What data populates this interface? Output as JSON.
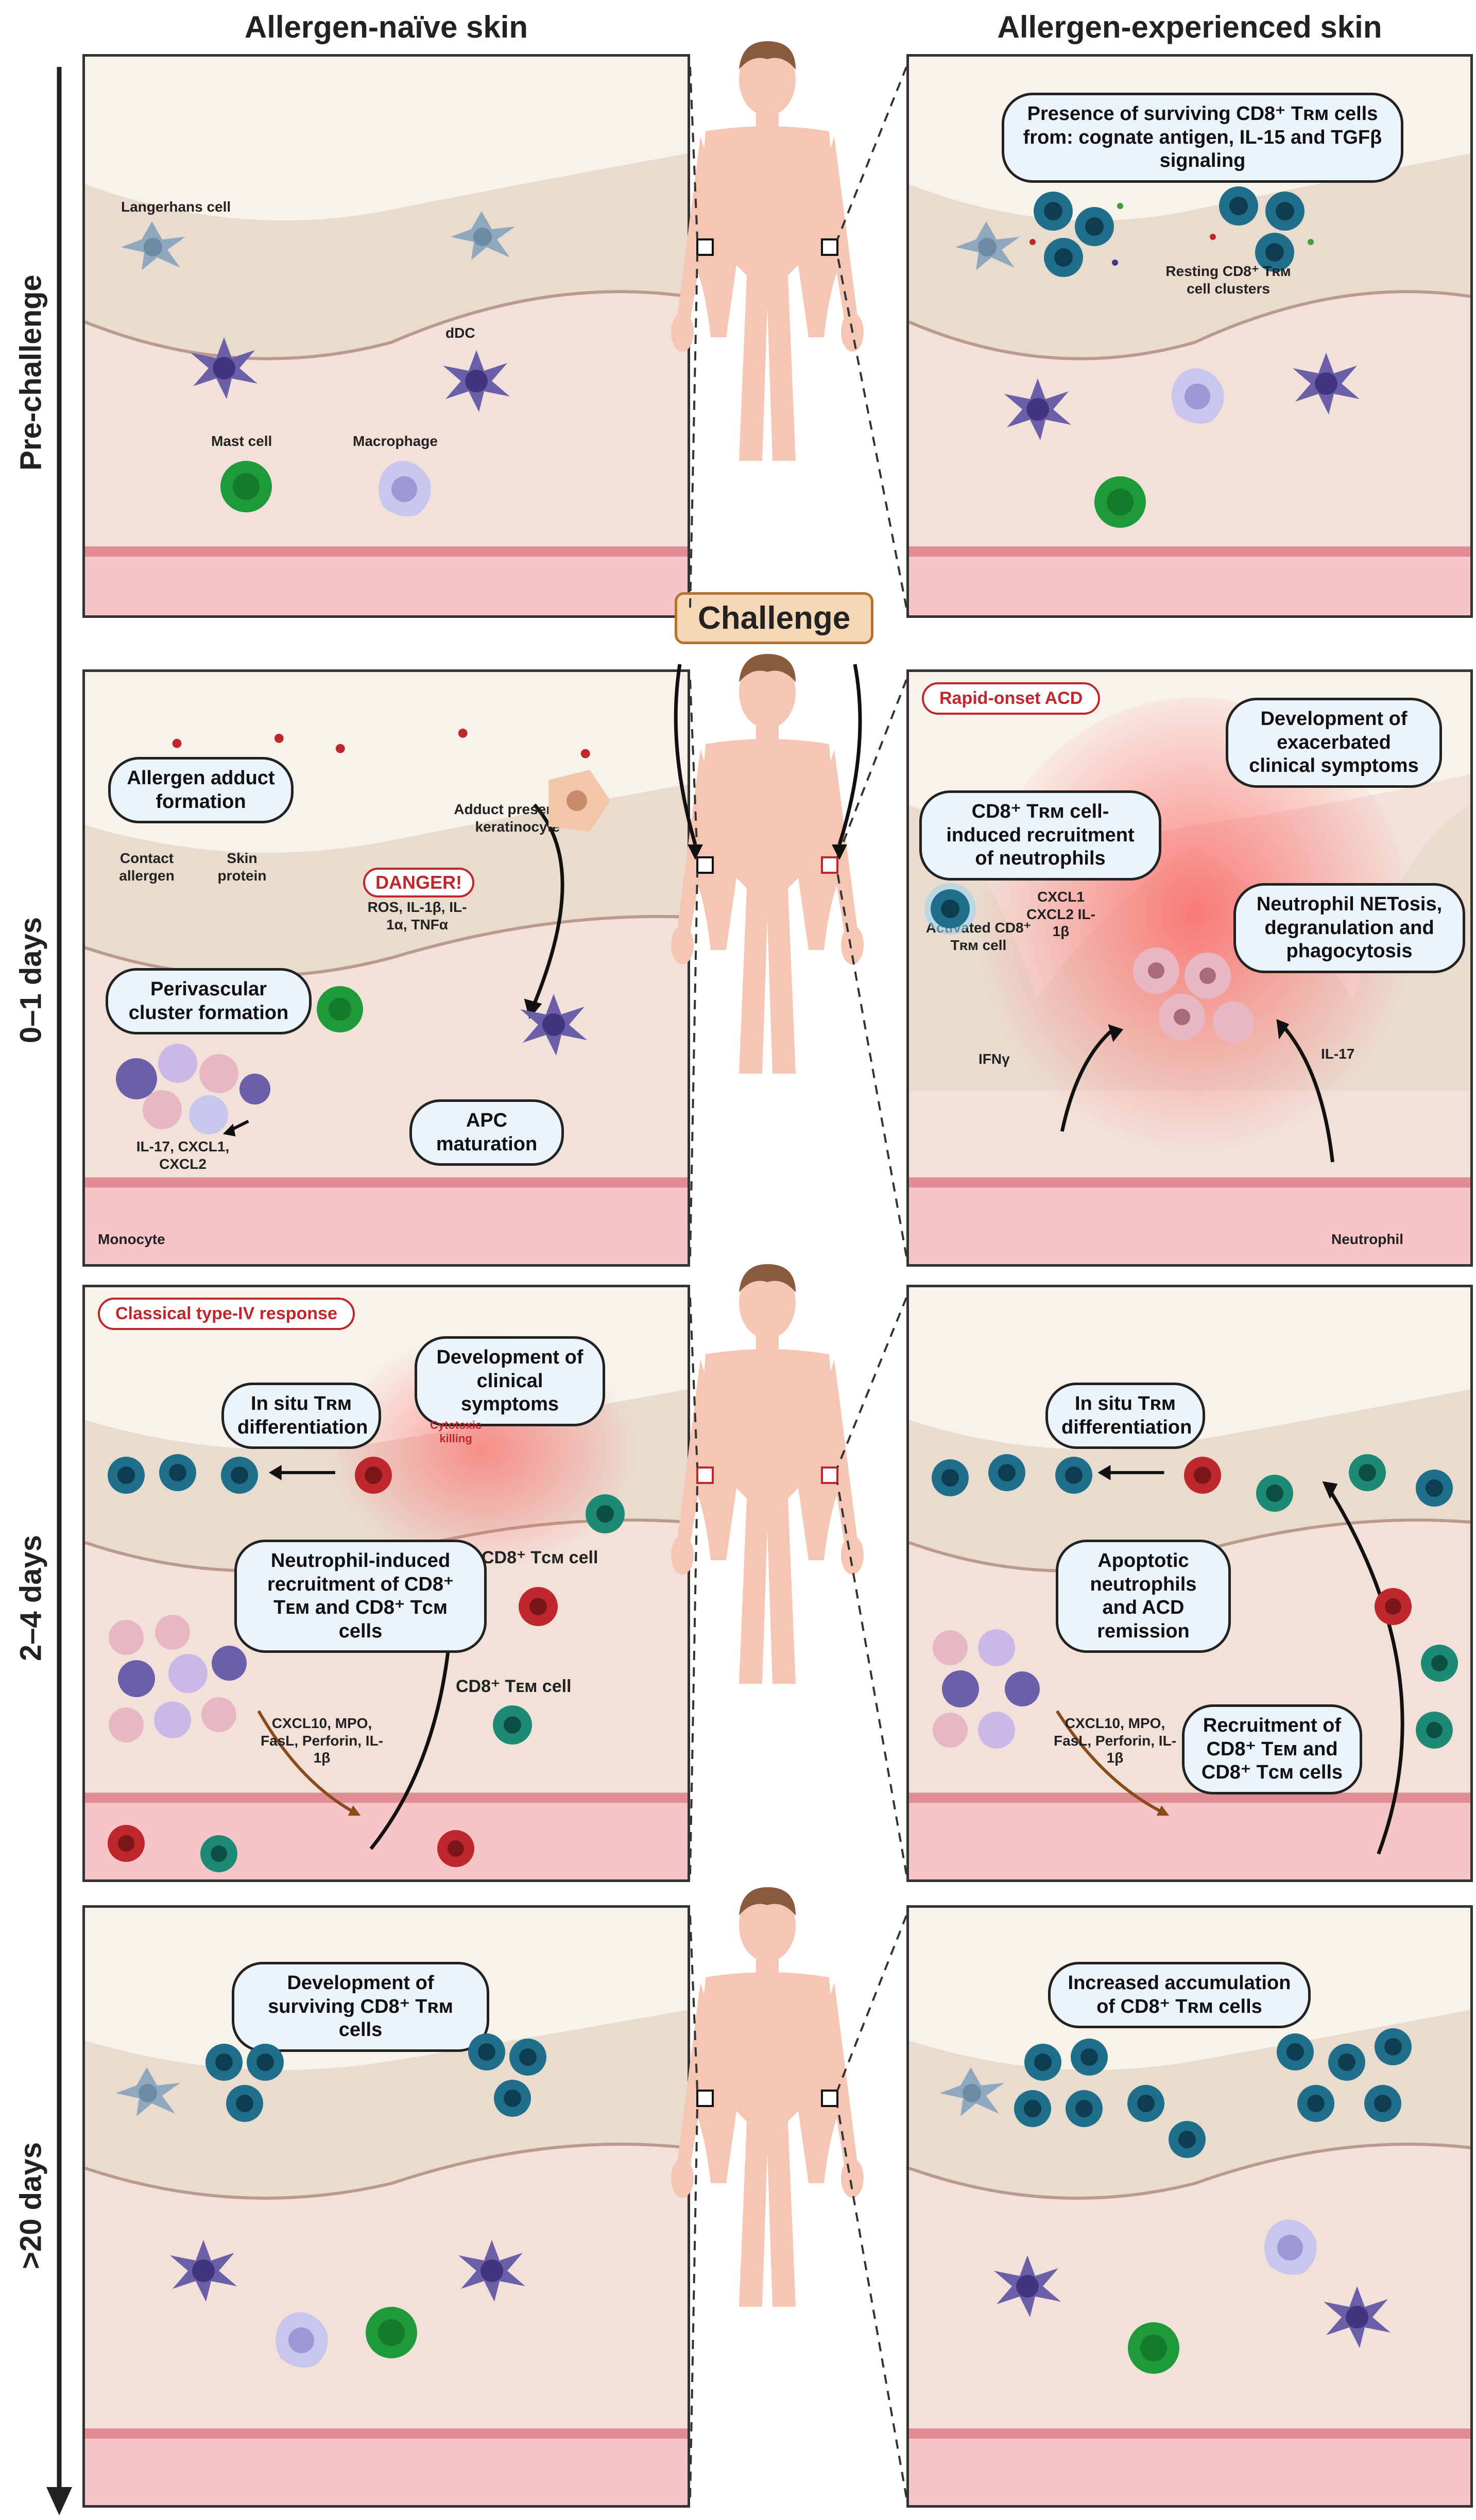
{
  "columns": {
    "left": "Allergen-naïve skin",
    "right": "Allergen-experienced skin"
  },
  "rows": [
    "Pre-challenge",
    "0–1 days",
    "2–4 days",
    ">20 days"
  ],
  "challenge": "Challenge",
  "p1L": {
    "langerhans": "Langerhans cell",
    "ddc": "dDC",
    "mast": "Mast cell",
    "macrophage": "Macrophage"
  },
  "p1R": {
    "bubble": "Presence of surviving CD8⁺ Tʀᴍ cells from: cognate antigen, IL-15 and TGFβ signaling",
    "resting": "Resting CD8⁺ Tʀᴍ cell clusters"
  },
  "p2L": {
    "adduct": "Allergen adduct formation",
    "contact": "Contact allergen",
    "skinprot": "Skin protein",
    "adductker": "Adduct presenting keratinocyte",
    "danger": "DANGER!",
    "dangersig": "ROS, IL-1β, IL-1α, TNFα",
    "perivascular": "Perivascular cluster formation",
    "apc": "APC maturation",
    "il17": "IL-17, CXCL1, CXCL2",
    "monocyte": "Monocyte"
  },
  "p2R": {
    "tag": "Rapid-onset ACD",
    "exac": "Development of exacerbated clinical symptoms",
    "recruit": "CD8⁺ Tʀᴍ cell-induced recruitment of neutrophils",
    "activated": "Activated CD8⁺ Tʀᴍ cell",
    "cxcl": "CXCL1 CXCL2 IL-1β",
    "netosis": "Neutrophil NETosis, degranulation and phagocytosis",
    "ifn": "IFNγ",
    "il17": "IL-17",
    "neutrophil": "Neutrophil"
  },
  "p3L": {
    "tag": "Classical type-IV response",
    "clinical": "Development of clinical symptoms",
    "insitu": "In situ Tʀᴍ differentiation",
    "cytotoxic": "Cytotoxic killing",
    "recruit": "Neutrophil-induced recruitment of CD8⁺ Tᴇᴍ and CD8⁺ Tᴄᴍ cells",
    "tcm": "CD8⁺ Tᴄᴍ cell",
    "tem": "CD8⁺ Tᴇᴍ cell",
    "cxcl10": "CXCL10, MPO, FasL, Perforin, IL-1β"
  },
  "p3R": {
    "insitu": "In situ Tʀᴍ differentiation",
    "apoptotic": "Apoptotic neutrophils and ACD remission",
    "cxcl10": "CXCL10, MPO, FasL, Perforin, IL-1β",
    "recruit": "Recruitment of CD8⁺ Tᴇᴍ and CD8⁺ Tᴄᴍ cells"
  },
  "p4L": {
    "bubble": "Development of surviving CD8⁺ Tʀᴍ cells"
  },
  "p4R": {
    "bubble": "Increased accumulation of CD8⁺ Tʀᴍ cells"
  },
  "colors": {
    "trm": "#1f6f8b",
    "tcm": "#c0272d",
    "tem": "#1d8a76",
    "neutrophil": "#e7b8c4",
    "dc": "#6a5fa8",
    "skin": "#f2e1d9",
    "vessel": "#f5c6c9"
  }
}
